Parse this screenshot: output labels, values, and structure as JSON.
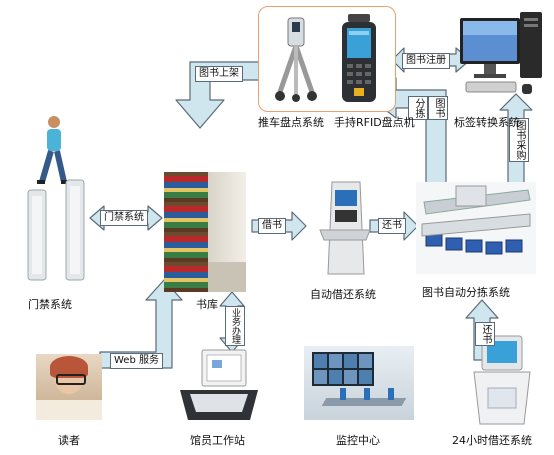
{
  "nodes": {
    "cart_inventory": "推车盘点系统",
    "handheld_rfid": "手持RFID盘点机",
    "label_conversion": "标签转换系统",
    "access_gate": "门禁系统",
    "stacks": "书库",
    "self_checkout": "自动借还系统",
    "auto_sorting": "图书自动分拣系统",
    "reader": "读者",
    "staff_workstation": "馆员工作站",
    "monitoring_center": "监控中心",
    "return_24h": "24小时借还系统"
  },
  "arrows": {
    "shelving": "图书上架",
    "registration": "图书注册",
    "sorting": "分拣",
    "books": "图书",
    "purchase": "图书采购",
    "access_system": "门禁系统",
    "borrow": "借书",
    "return": "还书",
    "return_24h": "还书",
    "web_service": "Web 服务",
    "business_processing": "业务办理"
  },
  "colors": {
    "arrow_fill": "#cfe6ee",
    "arrow_stroke": "#5a6a78",
    "highlight_border": "#e8a070"
  }
}
